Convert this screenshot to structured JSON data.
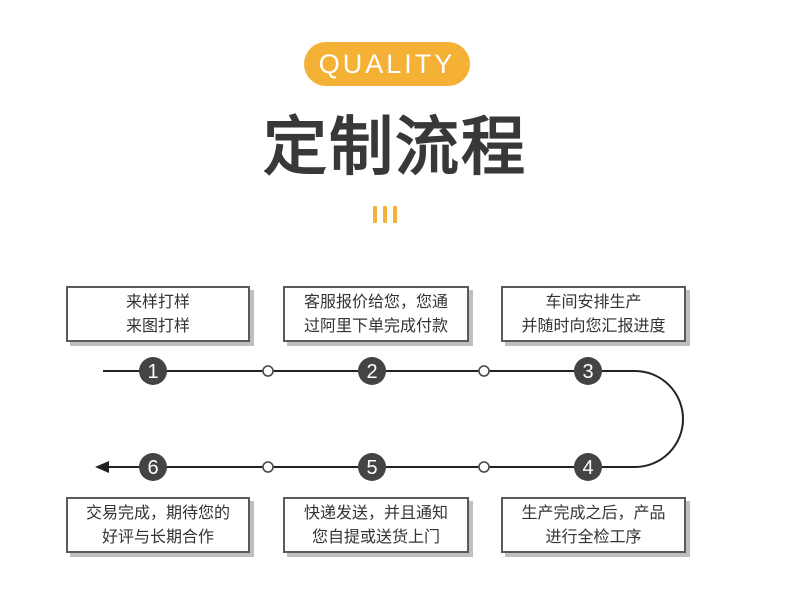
{
  "header": {
    "badge": "QUALITY",
    "title": "定制流程"
  },
  "colors": {
    "accent": "#f4b136",
    "line": "#222222",
    "number_circle": "#444444",
    "box_border": "#5a5a5a"
  },
  "steps": [
    {
      "number": "1",
      "lines": [
        "来样打样",
        "来图打样"
      ]
    },
    {
      "number": "2",
      "lines": [
        "客服报价给您，您通",
        "过阿里下单完成付款"
      ]
    },
    {
      "number": "3",
      "lines": [
        "车间安排生产",
        "并随时向您汇报进度"
      ]
    },
    {
      "number": "4",
      "lines": [
        "生产完成之后，产品",
        "进行全检工序"
      ]
    },
    {
      "number": "5",
      "lines": [
        "快递发送，并且通知",
        "您自提或送货上门"
      ]
    },
    {
      "number": "6",
      "lines": [
        "交易完成，期待您的",
        "好评与长期合作"
      ]
    }
  ]
}
